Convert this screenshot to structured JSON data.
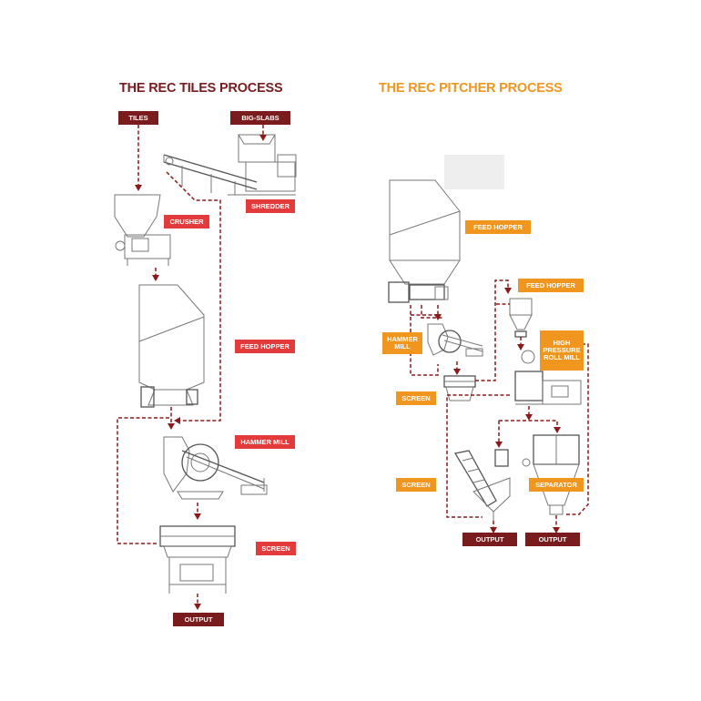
{
  "left": {
    "title": "THE REC TILES  PROCESS",
    "title_color": "#7a1b1e",
    "labels": {
      "tiles": "TILES",
      "big_slabs": "BIG-SLABS",
      "shredder": "SHREDDER",
      "crusher": "CRUSHER",
      "feed_hopper": "FEED HOPPER",
      "hammer_mill": "HAMMER MILL",
      "screen": "SCREEN",
      "output": "OUTPUT"
    }
  },
  "right": {
    "title": "THE REC PITCHER  PROCESS",
    "title_color": "#f0961e",
    "labels": {
      "feed_hopper_main": "FEED HOPPER",
      "feed_hopper_small": "FEED HOPPER",
      "hammer_mill": "HAMMER MILL",
      "high_pressure_roll_mill": "HIGH PRESSURE ROLL MILL",
      "screen_top": "SCREEN",
      "screen": "SCREEN",
      "separator": "SEPARATOR",
      "output_left": "OUTPUT",
      "output_right": "OUTPUT"
    }
  },
  "colors": {
    "dark_label": "#7a1b1e",
    "red_label": "#e33b3b",
    "orange_label": "#f0961e",
    "flow_line": "#8b1a1a"
  }
}
